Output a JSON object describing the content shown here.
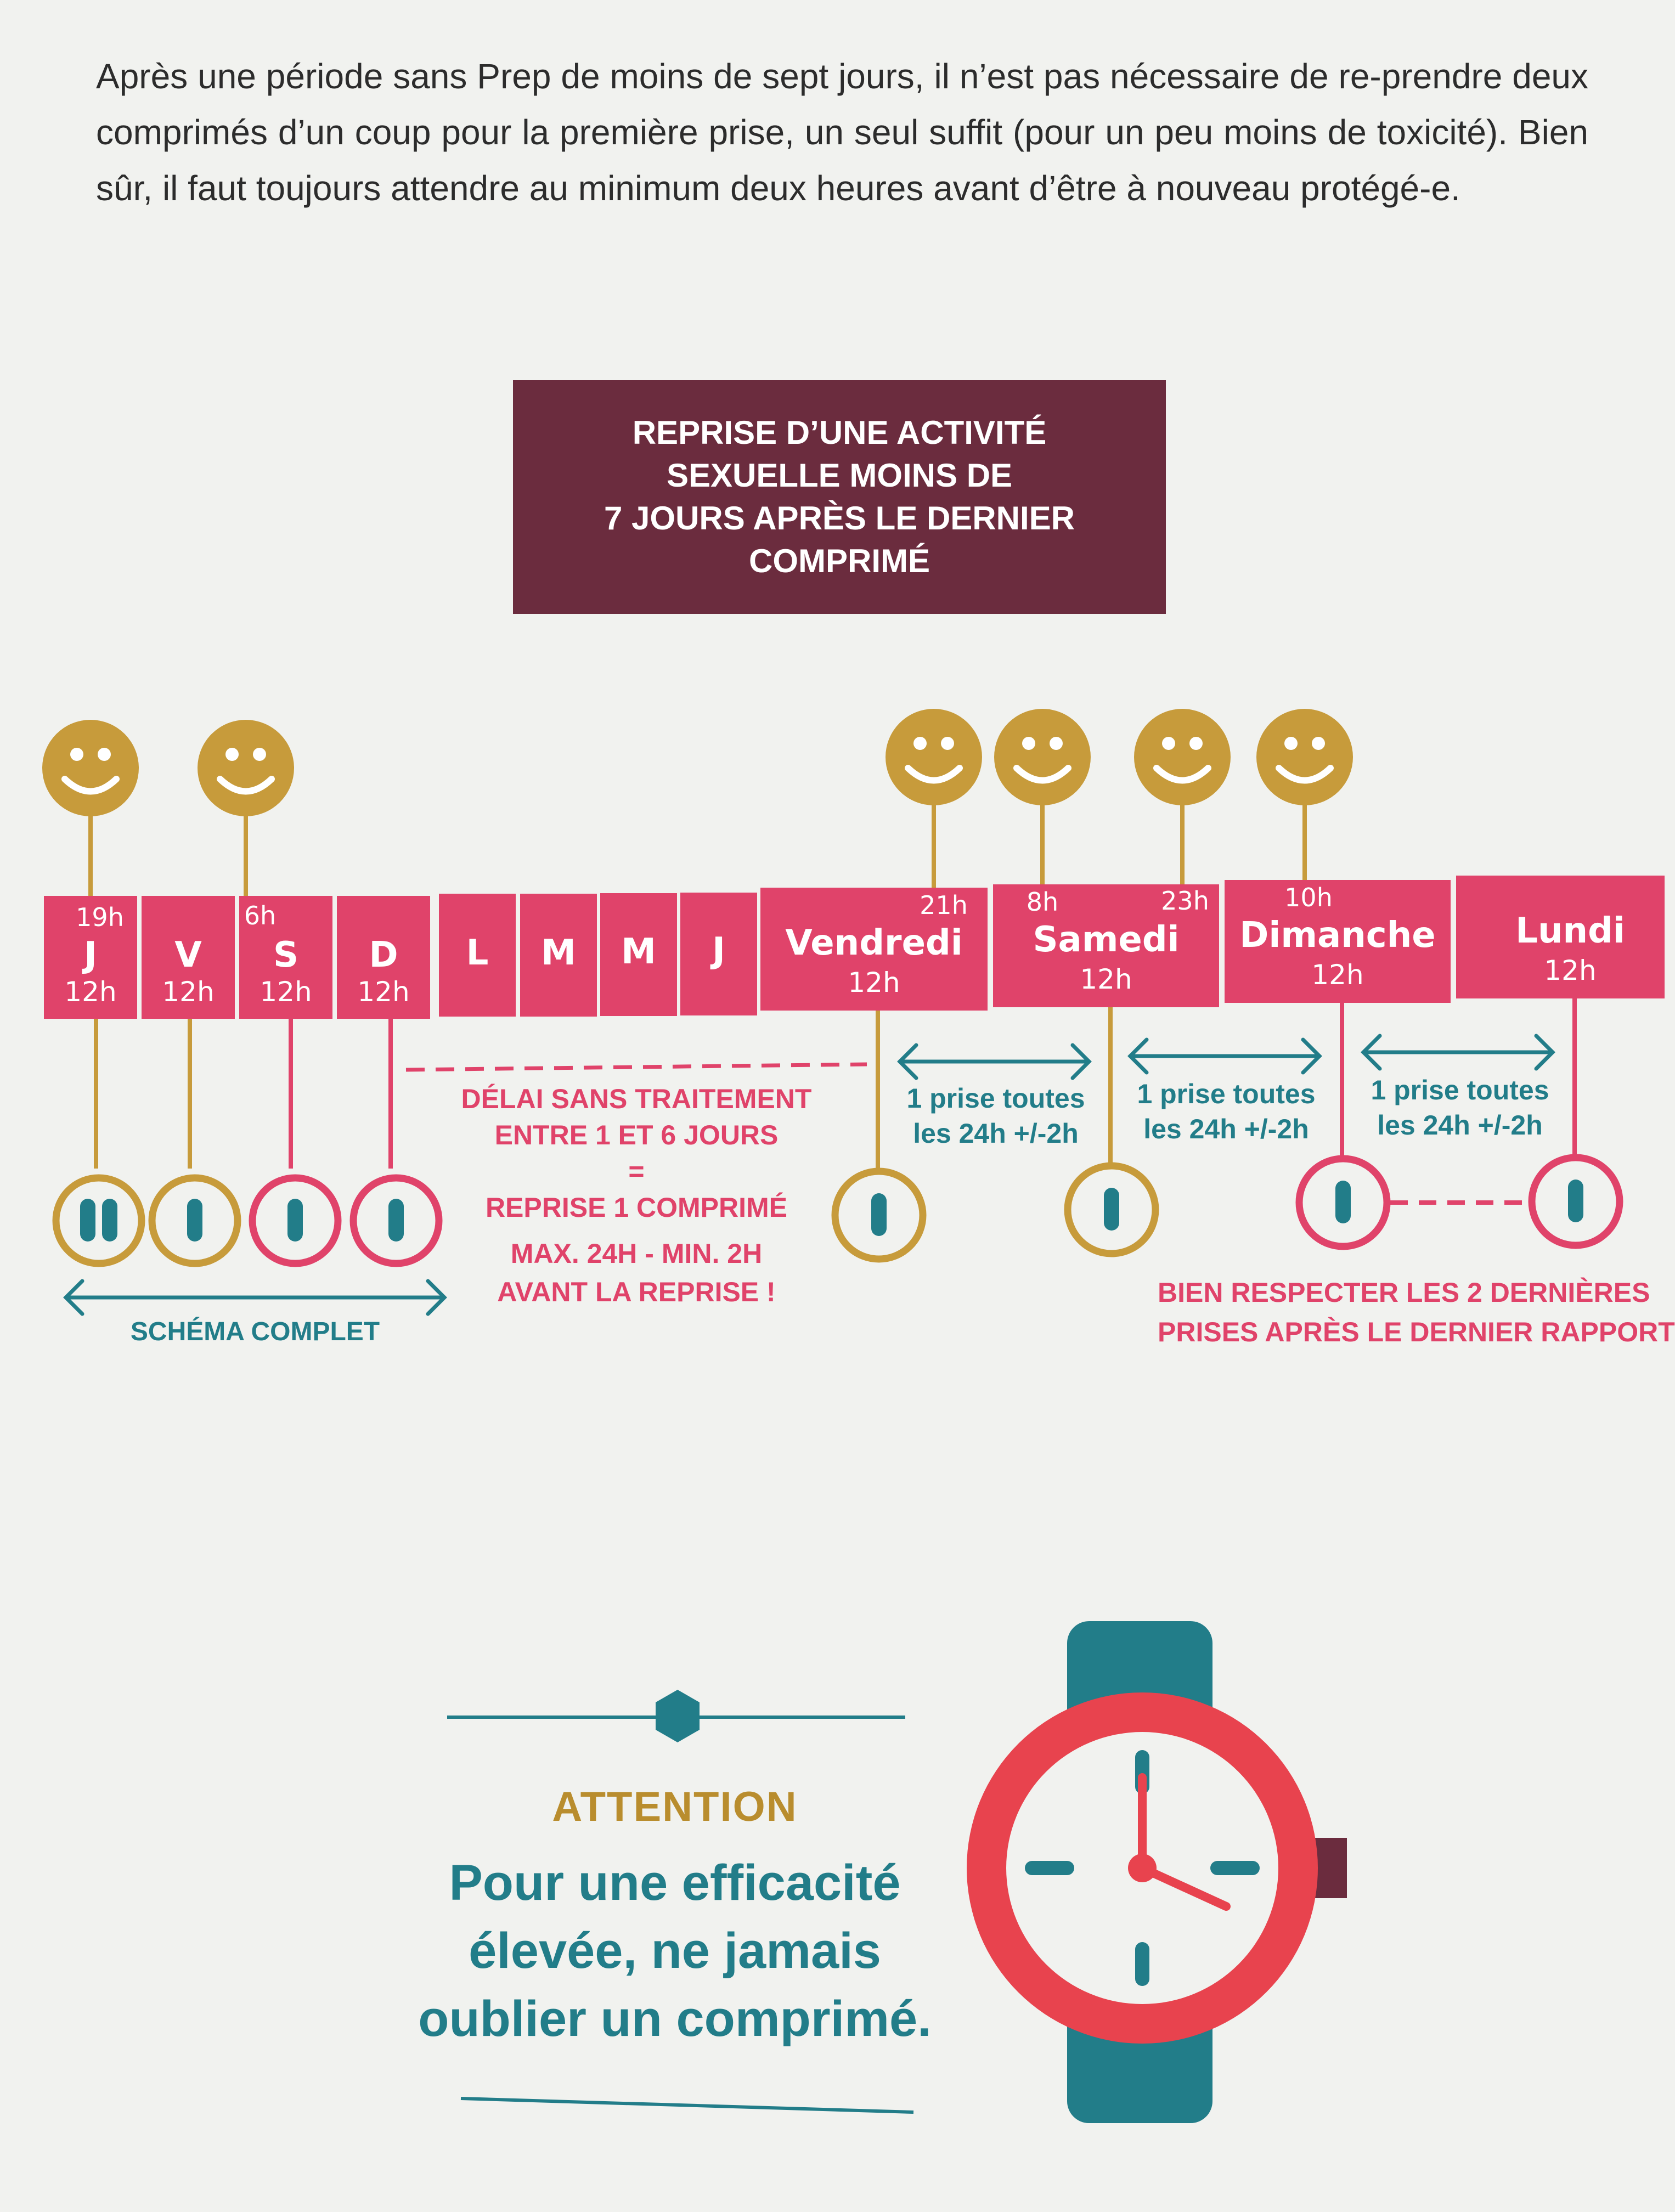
{
  "intro_text": "Après une période sans Prep de moins de sept jours, il n’est pas nécessaire de re-prendre deux comprimés d’un coup pour la première prise, un seul suffit (pour un peu moins de toxicité). Bien sûr, il faut toujours attendre au minimum deux heures avant d’être à nouveau protégé-e.",
  "title": "REPRISE D’UNE ACTIVITÉ\nSEXUELLE MOINS DE\n7 JOURS APRÈS LE DERNIER\nCOMPRIMÉ",
  "timeline": {
    "days": [
      {
        "label": "J",
        "dose_time": "12h",
        "top_time": "19h"
      },
      {
        "label": "V",
        "dose_time": "12h",
        "top_time": ""
      },
      {
        "label": "S",
        "dose_time": "12h",
        "top_time": "6h"
      },
      {
        "label": "D",
        "dose_time": "12h",
        "top_time": ""
      },
      {
        "label": "L",
        "dose_time": "",
        "top_time": ""
      },
      {
        "label": "M",
        "dose_time": "",
        "top_time": ""
      },
      {
        "label": "M",
        "dose_time": "",
        "top_time": ""
      },
      {
        "label": "J",
        "dose_time": "",
        "top_time": ""
      },
      {
        "label": "Vendredi",
        "dose_time": "12h",
        "top_time": "21h"
      },
      {
        "label": "Samedi",
        "dose_time": "12h",
        "top_time": "8h",
        "top_time_2": "23h"
      },
      {
        "label": "Dimanche",
        "dose_time": "12h",
        "top_time": "10h"
      },
      {
        "label": "Lundi",
        "dose_time": "12h",
        "top_time": ""
      }
    ],
    "interval_label": "1 prise toutes\nles 24h +/-2h",
    "gap_text": "DÉLAI SANS TRAITEMENT\nENTRE 1 ET 6 JOURS\n=\nREPRISE 1 COMPRIMÉ",
    "gap_text_2": "MAX. 24H - MIN. 2H\nAVANT LA REPRISE !",
    "schema_label": "SCHÉMA COMPLET",
    "last_doses_note": "BIEN RESPECTER LES 2 DERNIÈRES\nPRISES APRÈS LE DERNIER RAPPORT"
  },
  "attention": {
    "title": "ATTENTION",
    "body": "Pour une efficacité\nélevée, ne jamais\noublier un comprimé."
  },
  "colors": {
    "pink": "#e0436a",
    "gold": "#c79b3b",
    "teal": "#227d89",
    "maroon": "#6b2c3e",
    "clock_red": "#e8434e"
  },
  "icons": [
    "smiley-icon",
    "pill-icon",
    "double-arrow-icon",
    "watch-icon",
    "hexagon-icon"
  ]
}
